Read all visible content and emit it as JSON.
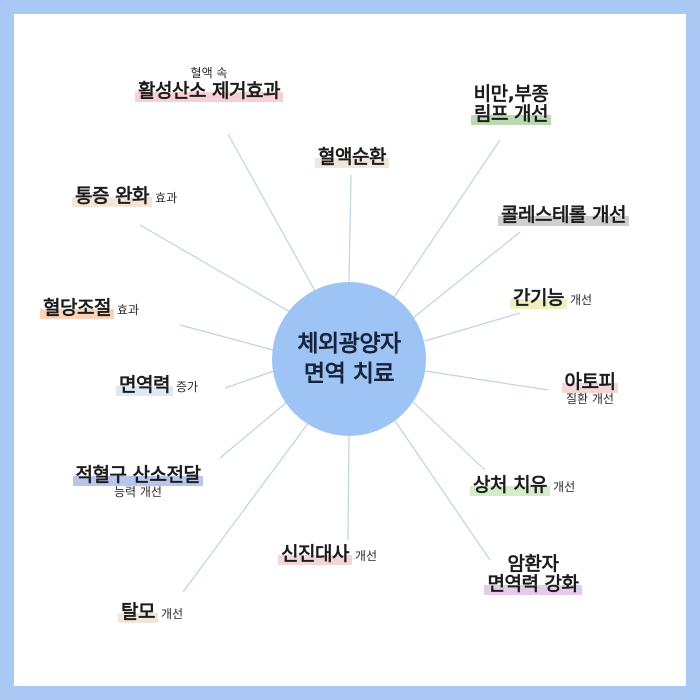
{
  "center": {
    "line1": "체외광양자",
    "line2": "면역 치료"
  },
  "nodes": {
    "oxygen_radical": {
      "sub_top": "혈액 속",
      "main": "활성산소 제거효과"
    },
    "circulation": {
      "main": "혈액순환"
    },
    "edema": {
      "line1": "비만,부종",
      "line2": "림프 개선"
    },
    "pain": {
      "main": "통증 완화",
      "suffix": "효과"
    },
    "cholesterol": {
      "main": "콜레스테롤 개선"
    },
    "liver": {
      "main": "간기능",
      "suffix": "개선"
    },
    "blood_sugar": {
      "main": "혈당조절",
      "suffix": "효과"
    },
    "immunity": {
      "main": "면역력",
      "suffix": "증가"
    },
    "atopy": {
      "main": "아토피",
      "sub_bottom": "질환 개선"
    },
    "rbc_oxygen": {
      "main": "적혈구 산소전달",
      "sub_bottom": "능력 개선"
    },
    "wound": {
      "main": "상처 치유",
      "suffix": "개선"
    },
    "metabolism": {
      "main": "신진대사",
      "suffix": "개선"
    },
    "cancer": {
      "line1": "암환자",
      "line2": "면역력 강화"
    },
    "hair_loss": {
      "main": "탈모",
      "suffix": "개선"
    }
  },
  "colors": {
    "frame": "#a9c8f4",
    "center_fill": "#9ec4f5",
    "connector": "#bdd6d8"
  }
}
